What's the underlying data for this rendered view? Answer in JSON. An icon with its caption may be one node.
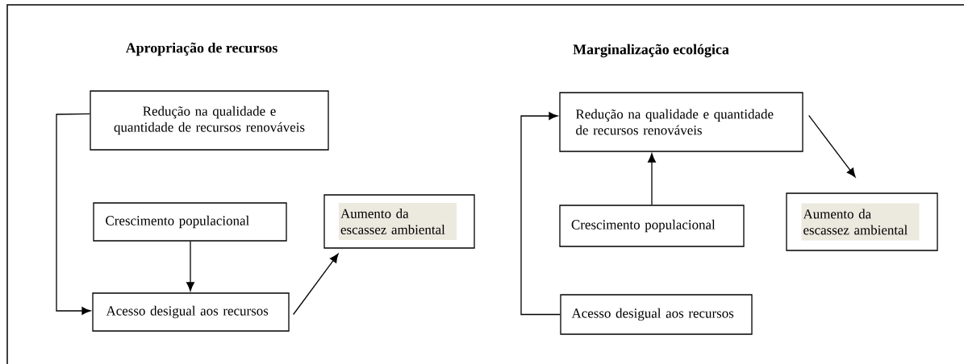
{
  "diagram": {
    "nodes": [
      {
        "text": [
          "Redução na qualidade e quantidade de recursos renováveis"
        ]
      },
      {
        "text": [
          "Crescimento populacional"
        ]
      },
      {
        "text": [
          "Aumento da escassez ambiental"
        ]
      },
      {
        "text": [
          "Acesso desigual aos recursos"
        ]
      },
      {
        "text": [
          "Redução na qualidade e quantidade de recursos renováveis"
        ]
      },
      {
        "text": [
          "Crescimento populacional"
        ]
      },
      {
        "text": [
          "Aumento da escassez ambiental"
        ]
      },
      {
        "text": [
          "Acesso desigual aos recursos"
        ]
      }
    ],
    "edges": [
      {
        "from": 0,
        "to": 3,
        "arrow": "to"
      },
      {
        "from": 1,
        "to": 3,
        "arrow": "to"
      },
      {
        "from": 3,
        "to": 2,
        "arrow": "to"
      },
      {
        "from": 7,
        "to": 4,
        "arrow": "to"
      },
      {
        "from": 5,
        "to": 4,
        "arrow": "to"
      },
      {
        "from": 4,
        "to": 6,
        "arrow": "to"
      }
    ],
    "labels": [
      "Apropriação de recursos",
      "Marginalização ecológica"
    ]
  }
}
